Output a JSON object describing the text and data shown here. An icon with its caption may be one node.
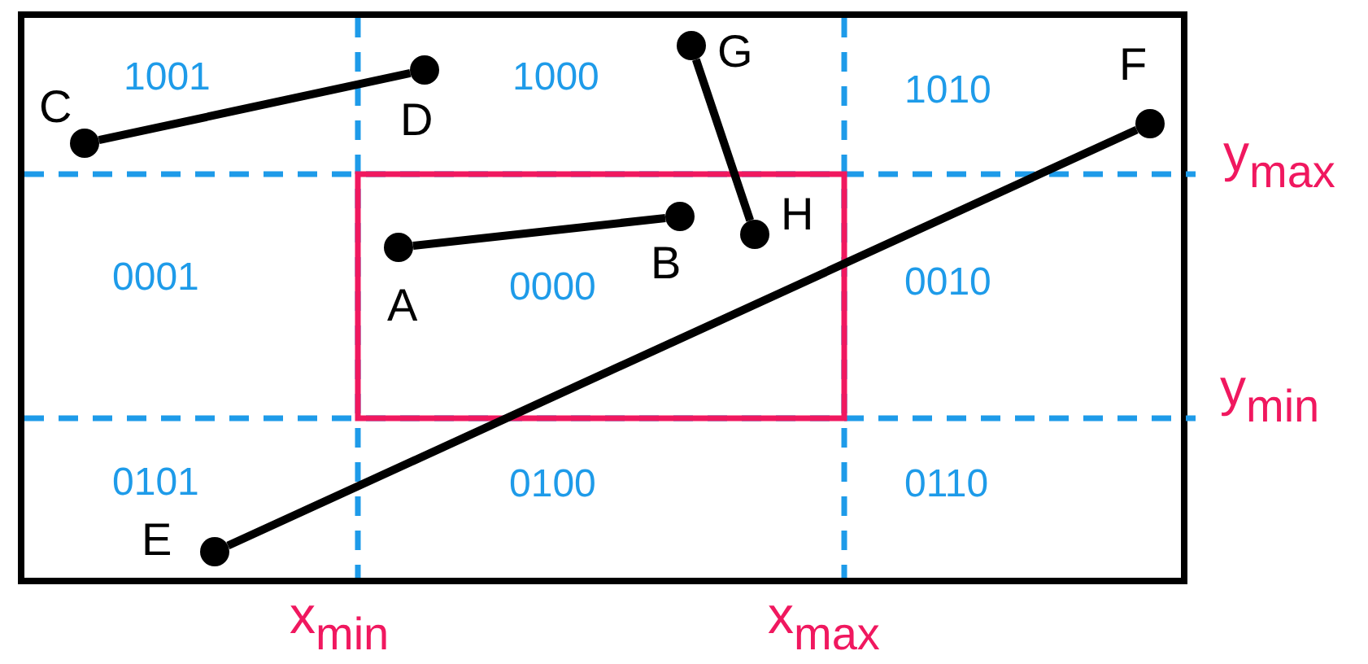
{
  "diagram": {
    "nodes": [
      {
        "text": [],
        "shape": "circle",
        "beside": [
          "C"
        ]
      },
      {
        "text": [],
        "shape": "circle",
        "beside": [
          "D"
        ]
      },
      {
        "text": [],
        "shape": "circle",
        "beside": [
          "G"
        ]
      },
      {
        "text": [],
        "shape": "circle",
        "beside": [
          "F"
        ]
      },
      {
        "text": [],
        "shape": "circle",
        "beside": [
          "A"
        ]
      },
      {
        "text": [],
        "shape": "circle",
        "beside": [
          "B"
        ]
      },
      {
        "text": [],
        "shape": "circle",
        "beside": [
          "H"
        ]
      },
      {
        "text": [],
        "shape": "circle",
        "beside": [
          "E"
        ]
      }
    ],
    "edges": [
      {
        "from": 0,
        "to": 1,
        "arrow": "none"
      },
      {
        "from": 2,
        "to": 6,
        "arrow": "none"
      },
      {
        "from": 4,
        "to": 5,
        "arrow": "none"
      },
      {
        "from": 7,
        "to": 3,
        "arrow": "none"
      }
    ],
    "labels": [
      "1001",
      "1000",
      "1010",
      "y$_{max}$",
      "0001",
      "0000",
      "0010",
      "y$_{min}$",
      "0101",
      "0100",
      "0110",
      "x$_{min}$",
      "x$_{max}$"
    ]
  }
}
